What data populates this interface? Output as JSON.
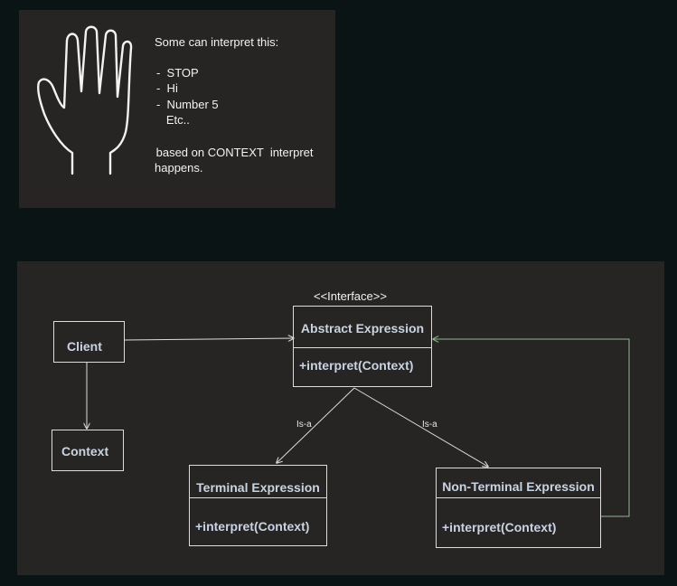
{
  "note": {
    "intro": "Some can interpret this:",
    "items": [
      "-  STOP",
      "-  Hi",
      "-  Number 5",
      "   Etc.."
    ],
    "conclusion_line1": " based on CONTEXT  interpret",
    "conclusion_line2": "happens.",
    "icon": "hand-icon"
  },
  "diagram": {
    "stereotype": "<<Interface>>",
    "client": {
      "label": "Client"
    },
    "context": {
      "label": "Context"
    },
    "abstract_expression": {
      "name": "Abstract Expression",
      "method": "+interpret(Context)"
    },
    "terminal_expression": {
      "name": "Terminal Expression",
      "method": "+interpret(Context)"
    },
    "nonterminal_expression": {
      "name": "Non-Terminal Expression",
      "method": "+interpret(Context)"
    },
    "edge_label_left": "Is-a",
    "edge_label_right": "Is-a",
    "colors": {
      "line": "#dcdcdc",
      "return_line": "#8fb88f",
      "box_text": "#c9d4e2"
    }
  }
}
